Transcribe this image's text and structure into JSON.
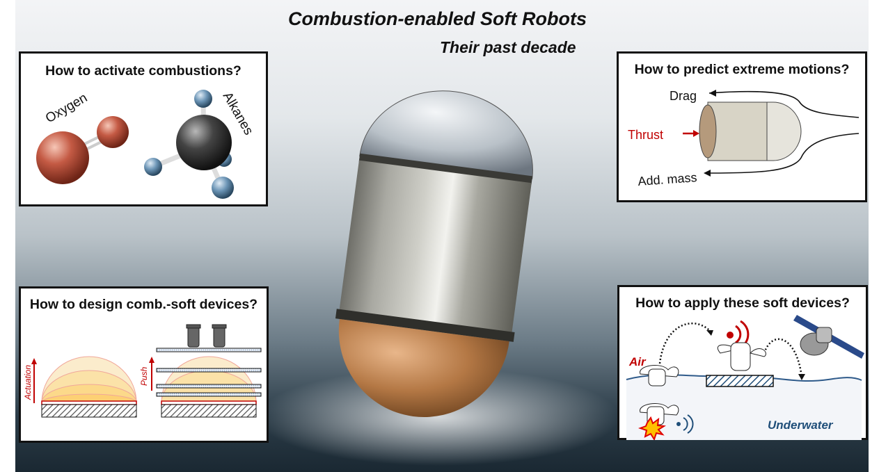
{
  "title": "Combustion-enabled Soft Robots",
  "subtitle": "Their past decade",
  "panels": {
    "activate": {
      "heading": "How to activate combustions?",
      "oxygen_label": "Oxygen",
      "alkanes_label": "Alkanes"
    },
    "predict": {
      "heading": "How to predict extreme motions?",
      "drag_label": "Drag",
      "thrust_label": "Thrust",
      "added_mass_label": "Add. mass"
    },
    "design": {
      "heading": "How to design comb.-soft devices?",
      "actuation_label": "Actuation",
      "push_label": "Push"
    },
    "apply": {
      "heading": "How to apply these soft devices?",
      "air_label": "Air",
      "underwater_label": "Underwater"
    }
  },
  "colors": {
    "accent_red": "#c00000",
    "water_blue": "#1f4e79",
    "orange_dome": "#c98a55"
  }
}
